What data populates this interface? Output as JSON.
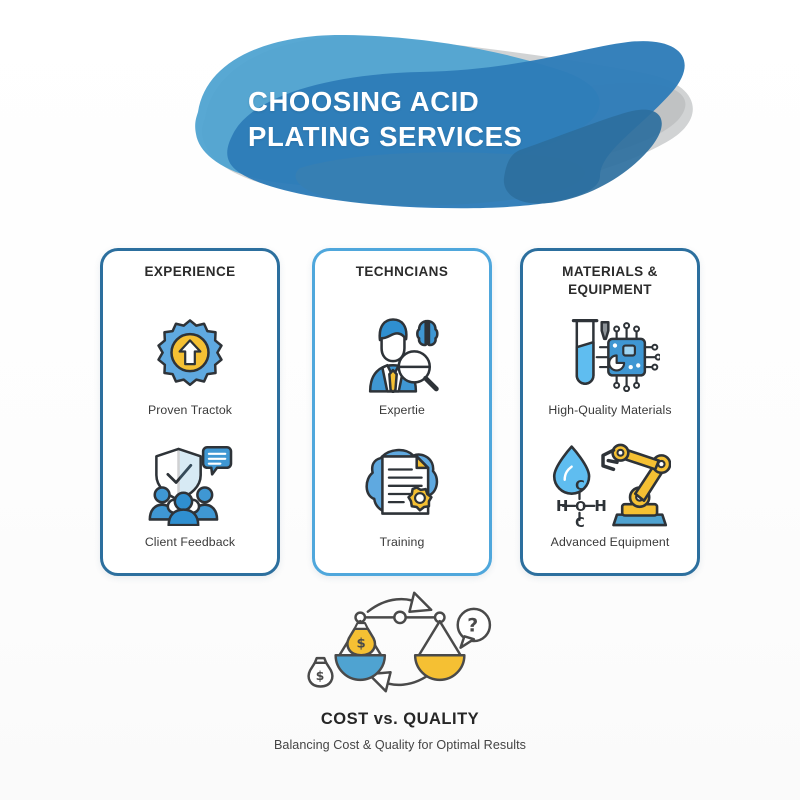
{
  "header": {
    "title_line1": "CHOOSING ACID",
    "title_line2": "PLATING SERVICES"
  },
  "colors": {
    "blue_dark": "#2c6f9e",
    "blue_mid": "#2e7cb8",
    "blue_light": "#4fa3d1",
    "blue_pale": "#7ec0e8",
    "yellow": "#f5c033",
    "gray": "#c9cbcd",
    "outline": "#2e3338",
    "background": "#ffffff",
    "text_dark": "#2b2b2b"
  },
  "cards": [
    {
      "title": "EXPERIENCE",
      "border_color": "#2c6f9e",
      "items": [
        {
          "label": "Proven Tractok",
          "icon": "gear-arrow-up-icon"
        },
        {
          "label": "Client Feedback",
          "icon": "shield-check-people-icon"
        }
      ]
    },
    {
      "title": "TECHNCIANS",
      "border_color": "#4fa7dc",
      "items": [
        {
          "label": "Expertie",
          "icon": "technician-brain-magnifier-icon"
        },
        {
          "label": "Training",
          "icon": "certificate-seal-icon"
        }
      ]
    },
    {
      "title_line1": "MATERIALS &",
      "title_line2": "EQUIPMENT",
      "border_color": "#2c6f9e",
      "items": [
        {
          "label": "High-Quality Materials",
          "icon": "test-tube-microchip-icon"
        },
        {
          "label": "Advanced Equipment",
          "icon": "droplet-molecule-robot-arm-icon"
        }
      ]
    }
  ],
  "footer": {
    "icon": "balance-scale-cost-quality-icon",
    "title": "COST vs. QUALITY",
    "subtitle": "Balancing Cost & Quality for Optimal Results"
  }
}
